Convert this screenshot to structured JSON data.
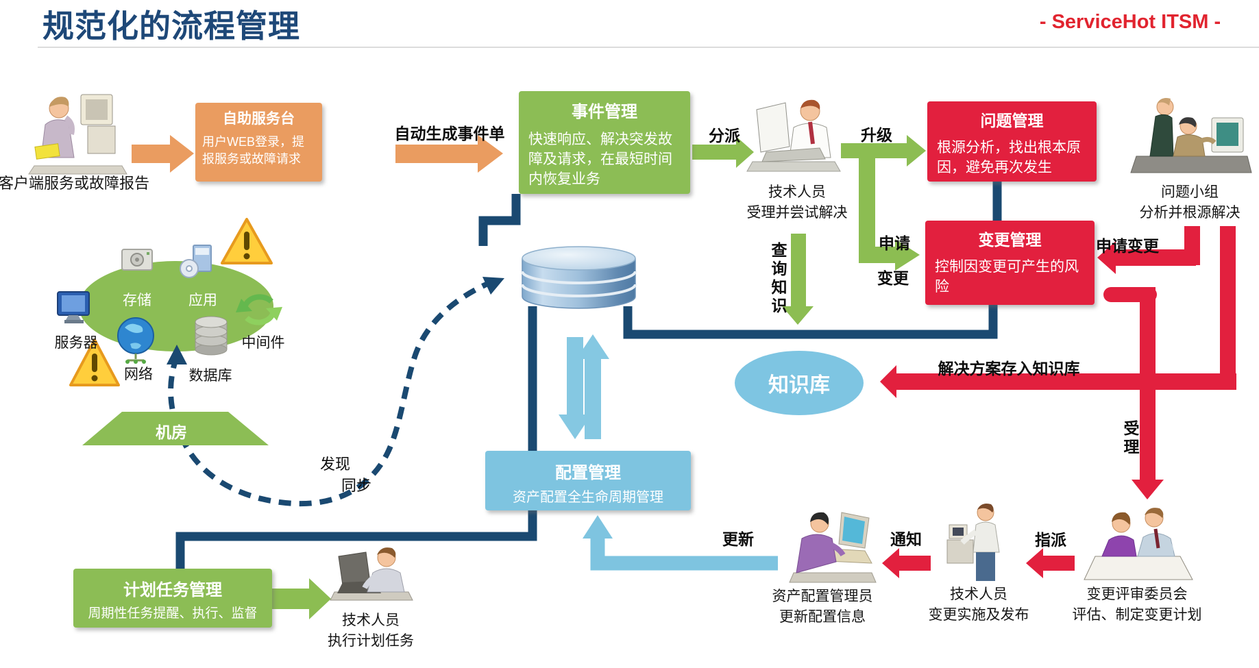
{
  "header": {
    "title": "规范化的流程管理",
    "brand": "- ServiceHot ITSM -"
  },
  "boxes": {
    "self_service": {
      "title": "自助服务台",
      "body": "用户WEB登录，提报服务或故障请求"
    },
    "incident": {
      "title": "事件管理",
      "body": "快速响应、解决突发故障及请求，在最短时间内恢复业务"
    },
    "problem": {
      "title": "问题管理",
      "body": "根源分析，找出根本原因，避免再次发生"
    },
    "change": {
      "title": "变更管理",
      "body": "控制因变更可产生的风险"
    },
    "config": {
      "title": "配置管理",
      "subtitle": "资产配置全生命周期管理"
    },
    "scheduled": {
      "title": "计划任务管理",
      "subtitle": "周期性任务提醒、执行、监督"
    },
    "knowledge": {
      "title": "知识库"
    },
    "server_room": {
      "title": "机房"
    }
  },
  "flow_labels": {
    "auto_ticket": "自动生成事件单",
    "dispatch": "分派",
    "escalate": "升级",
    "request_line1": "申请",
    "request_line2": "变更",
    "query_knowledge": "查询知识",
    "apply_change": "申请变更",
    "store_solution": "解决方案存入知识库",
    "accept": "受理",
    "assign": "指派",
    "notify": "通知",
    "update": "更新",
    "discover": "发现",
    "sync": "同步"
  },
  "captions": {
    "client": "客户端服务或故障报告",
    "tech_accept": [
      "技术人员",
      "受理并尝试解决"
    ],
    "problem_team": [
      "问题小组",
      "分析并根源解决"
    ],
    "change_board": [
      "变更评审委员会",
      "评估、制定变更计划"
    ],
    "tech_implement": [
      "技术人员",
      "变更实施及发布"
    ],
    "asset_admin": [
      "资产配置管理员",
      "更新配置信息"
    ],
    "tech_scheduled": [
      "技术人员",
      "执行计划任务"
    ]
  },
  "assets": {
    "storage": "存储",
    "application": "应用",
    "server": "服务器",
    "network": "网络",
    "database": "数据库",
    "middleware": "中间件"
  },
  "icons": {
    "client-workstation-icon": "woman at desktop computer",
    "technician-desktop-icon": "man working at monitor",
    "problem-team-icon": "two analysts at computer",
    "asset-admin-icon": "woman at laptop",
    "standing-technician-icon": "technician at equipment",
    "review-board-icon": "two reviewers over documents",
    "laptop-technician-icon": "man at laptop",
    "database-icon": "blue stacked-disk database",
    "storage-icon": "hard drive",
    "application-icon": "software box with CD",
    "server-icon": "blue monitor",
    "network-icon": "globe",
    "db-cylinder-icon": "gray database cylinders",
    "middleware-icon": "green sync arrows",
    "warning-icon": "yellow exclamation triangle"
  },
  "colors": {
    "title_blue": "#1e4878",
    "brand_red": "#e1242f",
    "orange": "#ea9c60",
    "green": "#8cbd52",
    "red": "#e2203e",
    "navy": "#1a4971",
    "light_blue": "#7ec4e0",
    "knowledge_blue": "#7ec5e2"
  }
}
